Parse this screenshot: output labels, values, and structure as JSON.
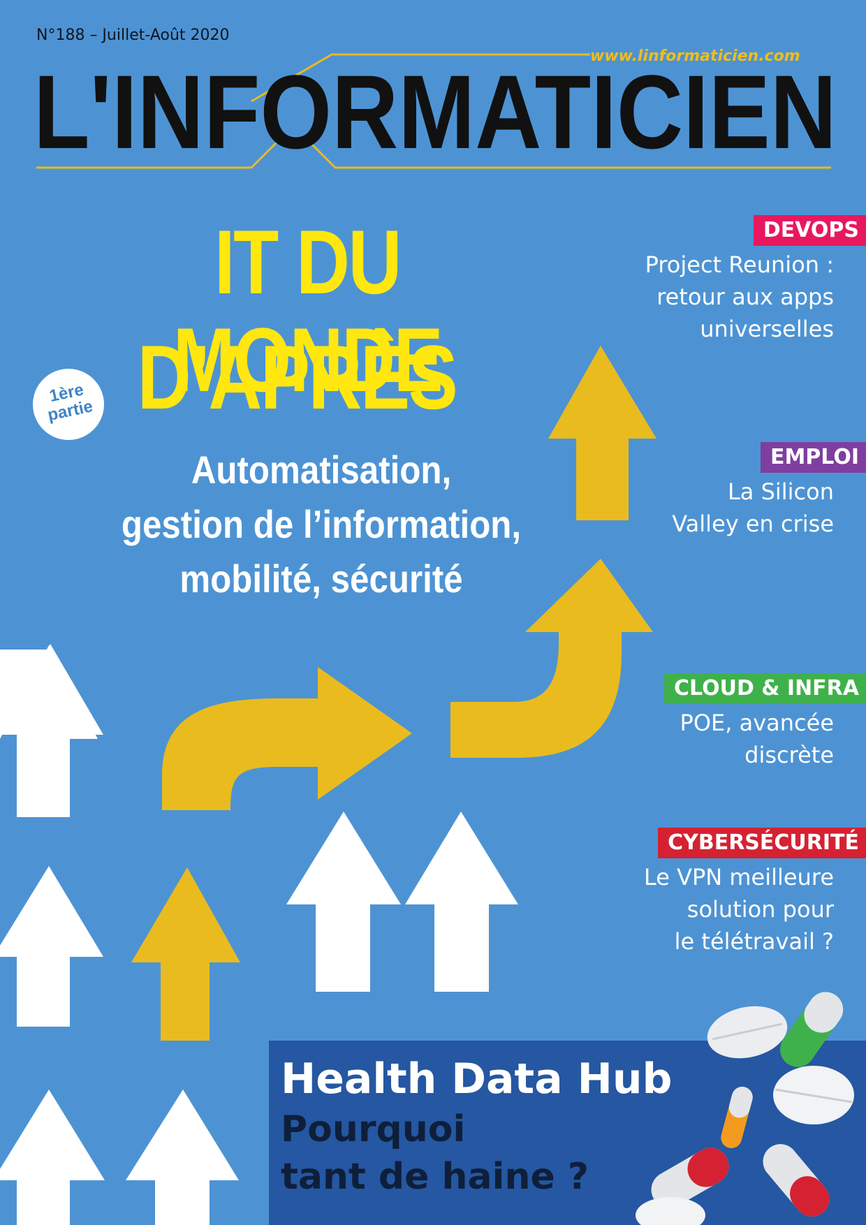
{
  "header": {
    "issue": "N°188 – Juillet-Août 2020",
    "website": "www.linformaticien.com",
    "masthead": "L'INFORMATICIEN"
  },
  "cover_story": {
    "title_line1": "IT DU MONDE",
    "title_line2": "D’APRÈS",
    "badge_line1": "1ère",
    "badge_line2": "partie",
    "subtitle_line1": "Automatisation,",
    "subtitle_line2": "gestion de l’information,",
    "subtitle_line3": "mobilité, sécurité"
  },
  "rubrics": [
    {
      "tag": "DEVOPS",
      "color": "#e8185f",
      "text": [
        "Project Reunion :",
        "retour aux apps",
        "universelles"
      ]
    },
    {
      "tag": "EMPLOI",
      "color": "#7e3fa0",
      "text": [
        "La Silicon",
        "Valley en crise"
      ]
    },
    {
      "tag": "CLOUD & INFRA",
      "color": "#3fb14a",
      "text": [
        "POE, avancée",
        "discrète"
      ]
    },
    {
      "tag": "CYBERSÉCURITÉ",
      "color": "#d42233",
      "text": [
        "Le VPN meilleure",
        "solution pour",
        "le télétravail ?"
      ]
    }
  ],
  "feature": {
    "title": "Health Data Hub",
    "subtitle_line1": "Pourquoi",
    "subtitle_line2": "tant de haine ?"
  },
  "colors": {
    "background": "#4d93d3",
    "title_yellow": "#ffe70f",
    "arrow_gold": "#e9bb1e",
    "masthead_black": "#111111",
    "feature_box": "#2557a2"
  },
  "icons": [
    "arrow-up-icon",
    "curved-arrow-icon",
    "pill-icon"
  ]
}
